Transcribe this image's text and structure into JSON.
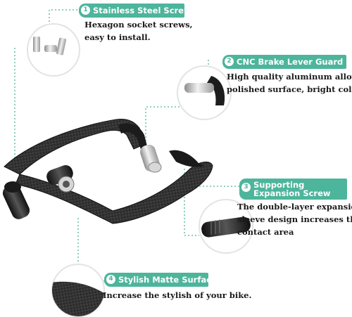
{
  "callouts": [
    {
      "number": "1",
      "title": "Stainless Steel Screws",
      "lines": [
        "Hexagon socket screws,",
        "easy to install."
      ]
    },
    {
      "number": "2",
      "title": "CNC Brake Lever Guard",
      "lines": [
        "High quality aluminum alloy,",
        "polished surface, bright color."
      ]
    },
    {
      "number": "3",
      "title": "Supporting Expansion Screw",
      "lines": [
        "The double-layer expansion",
        "sleeve design increases the",
        "contact area"
      ]
    },
    {
      "number": "4",
      "title": "Stylish Matte Surfac",
      "lines": [
        "Increase the stylish of your bike."
      ]
    }
  ],
  "colors": {
    "accent": "#4db59b",
    "leader": "#4db59b",
    "carbon": "#2a2a2a",
    "aluminum": "#c9c9c9"
  },
  "icons": [
    "screw-icon",
    "lever-guard-icon",
    "expansion-screw-icon",
    "carbon-texture-icon"
  ]
}
